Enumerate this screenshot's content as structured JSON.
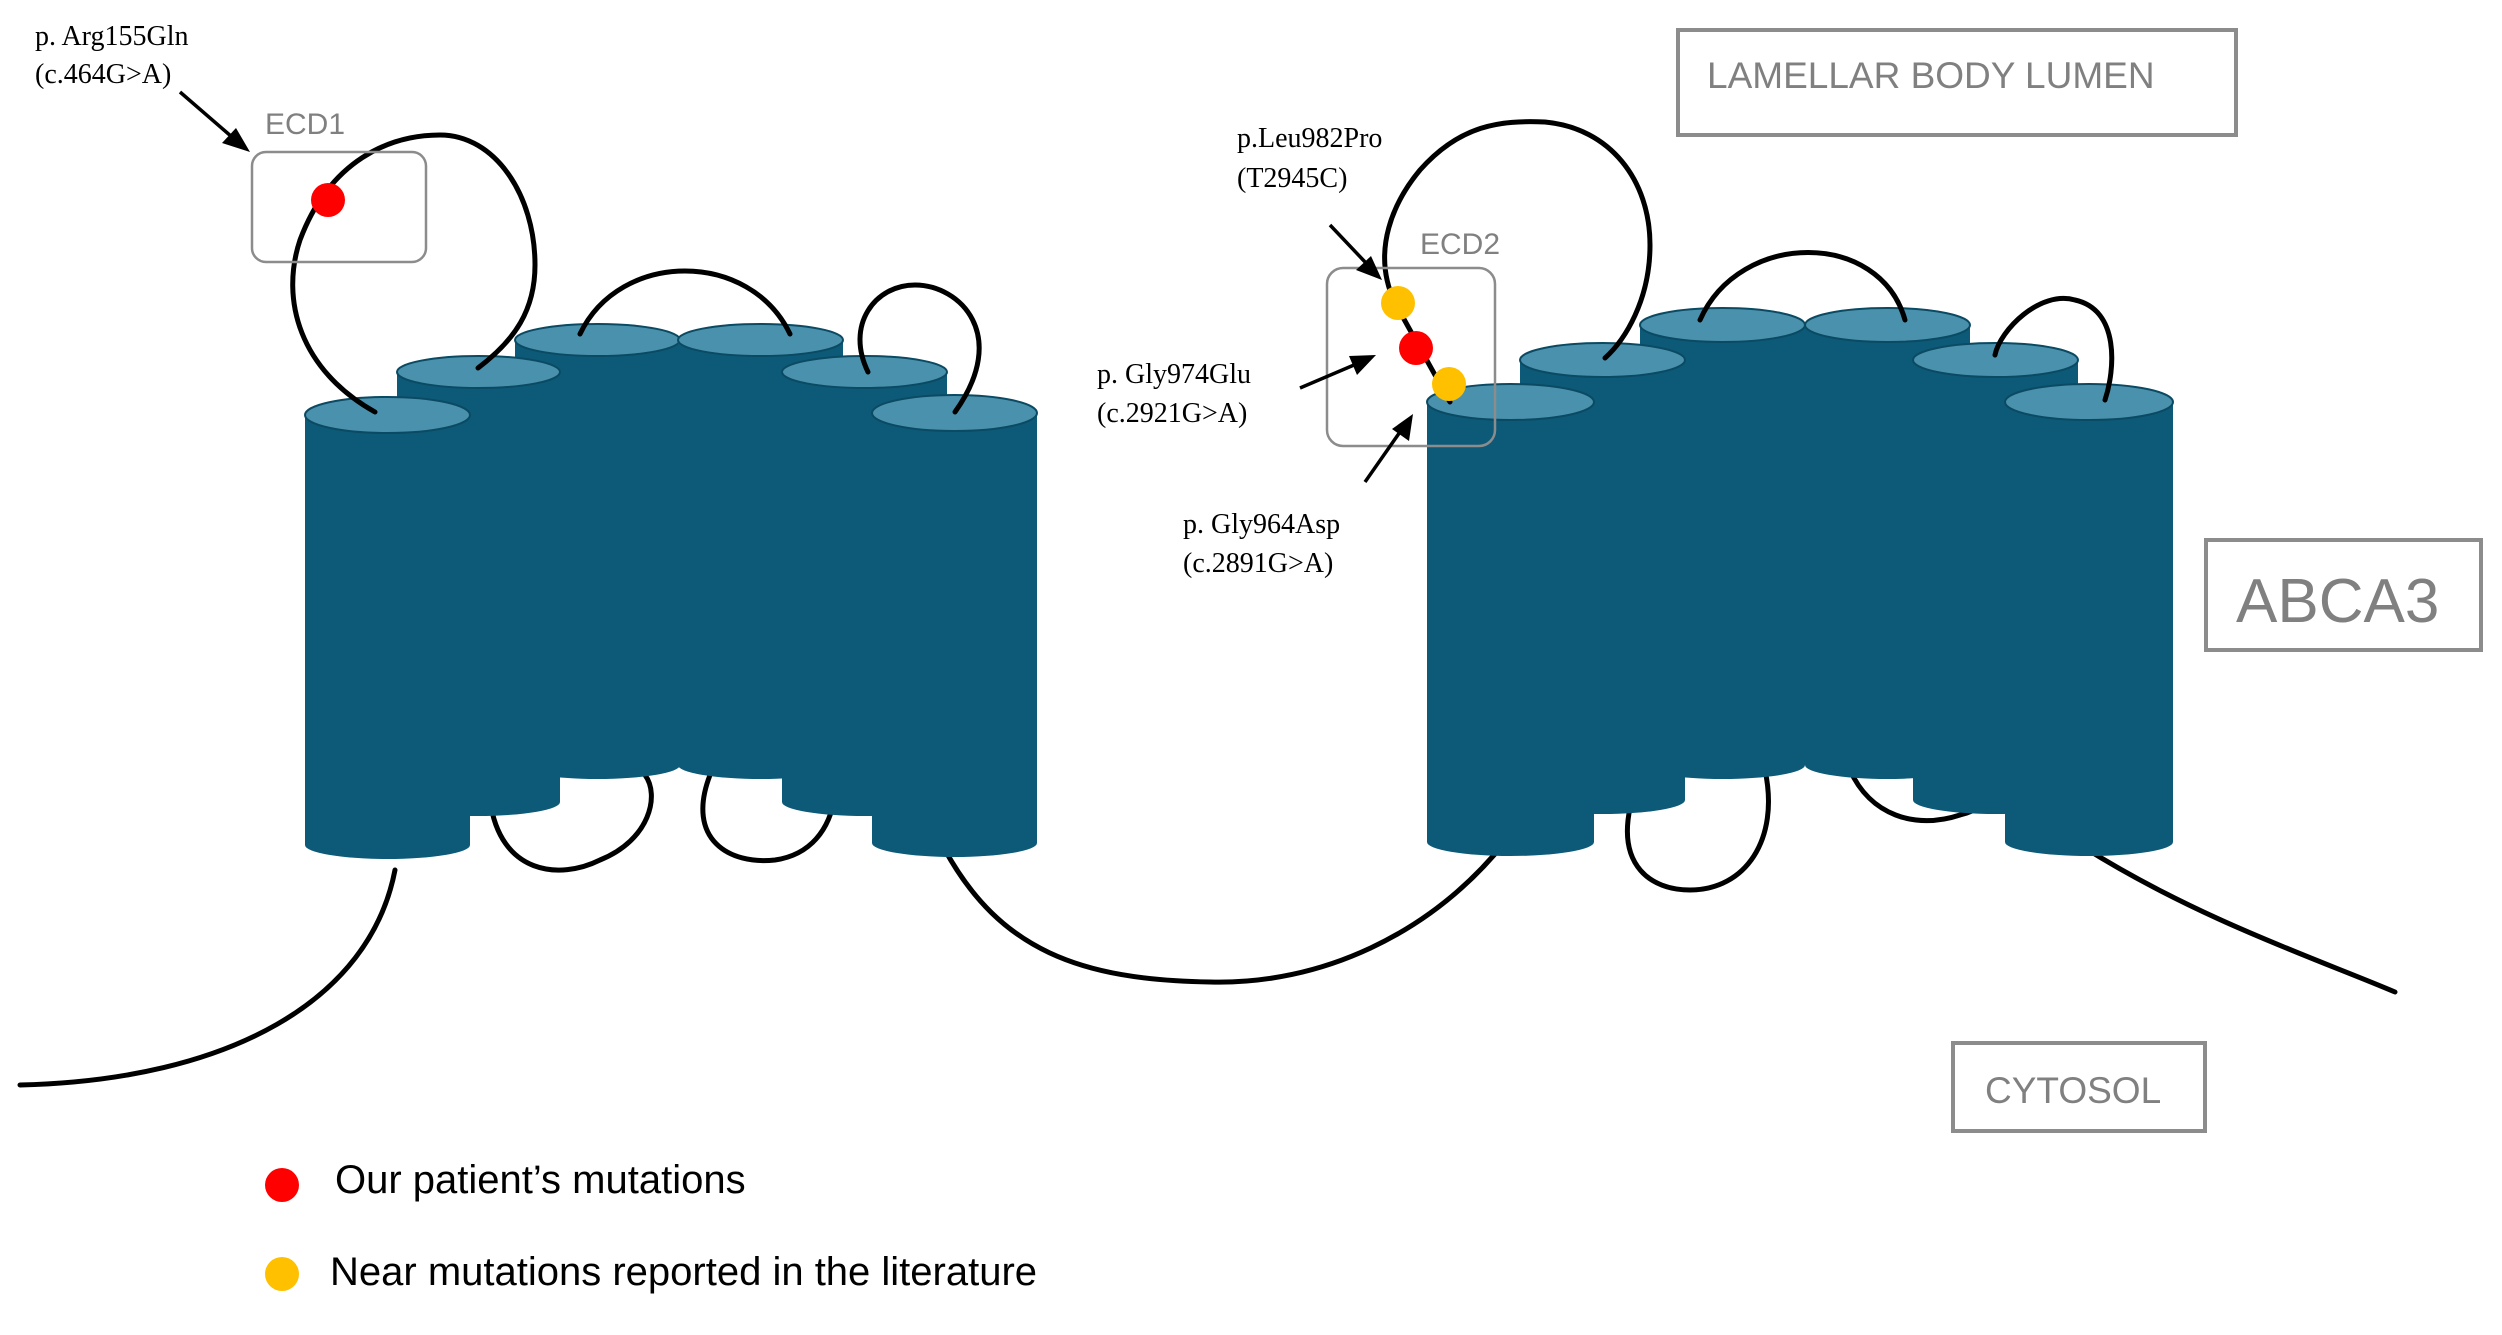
{
  "labels": {
    "lumen": "LAMELLAR BODY LUMEN",
    "cytosol": "CYTOSOL",
    "protein": "ABCA3",
    "ecd1": "ECD1",
    "ecd2": "ECD2"
  },
  "mutations": [
    {
      "protein_change": "p. Arg155Gln",
      "cdna_change": "(c.464G>A)",
      "marker": "red"
    },
    {
      "protein_change": "p.Leu982Pro",
      "cdna_change": "(T2945C)",
      "marker": "yellow"
    },
    {
      "protein_change": "p. Gly974Glu",
      "cdna_change": "(c.2921G>A)",
      "marker": "red"
    },
    {
      "protein_change": "p. Gly964Asp",
      "cdna_change": "(c.2891G>A)",
      "marker": "yellow"
    }
  ],
  "legend": [
    {
      "marker": "red",
      "label": "Our patient’s mutations"
    },
    {
      "marker": "yellow",
      "label": "Near mutations reported in the literature"
    }
  ],
  "colors": {
    "helix_body": "#0d5a78",
    "helix_top": "#4a91ad",
    "red_marker": "#ff0000",
    "yellow_marker": "#ffc000",
    "box_stroke": "#8c8c8c",
    "label_gray": "#808080"
  }
}
